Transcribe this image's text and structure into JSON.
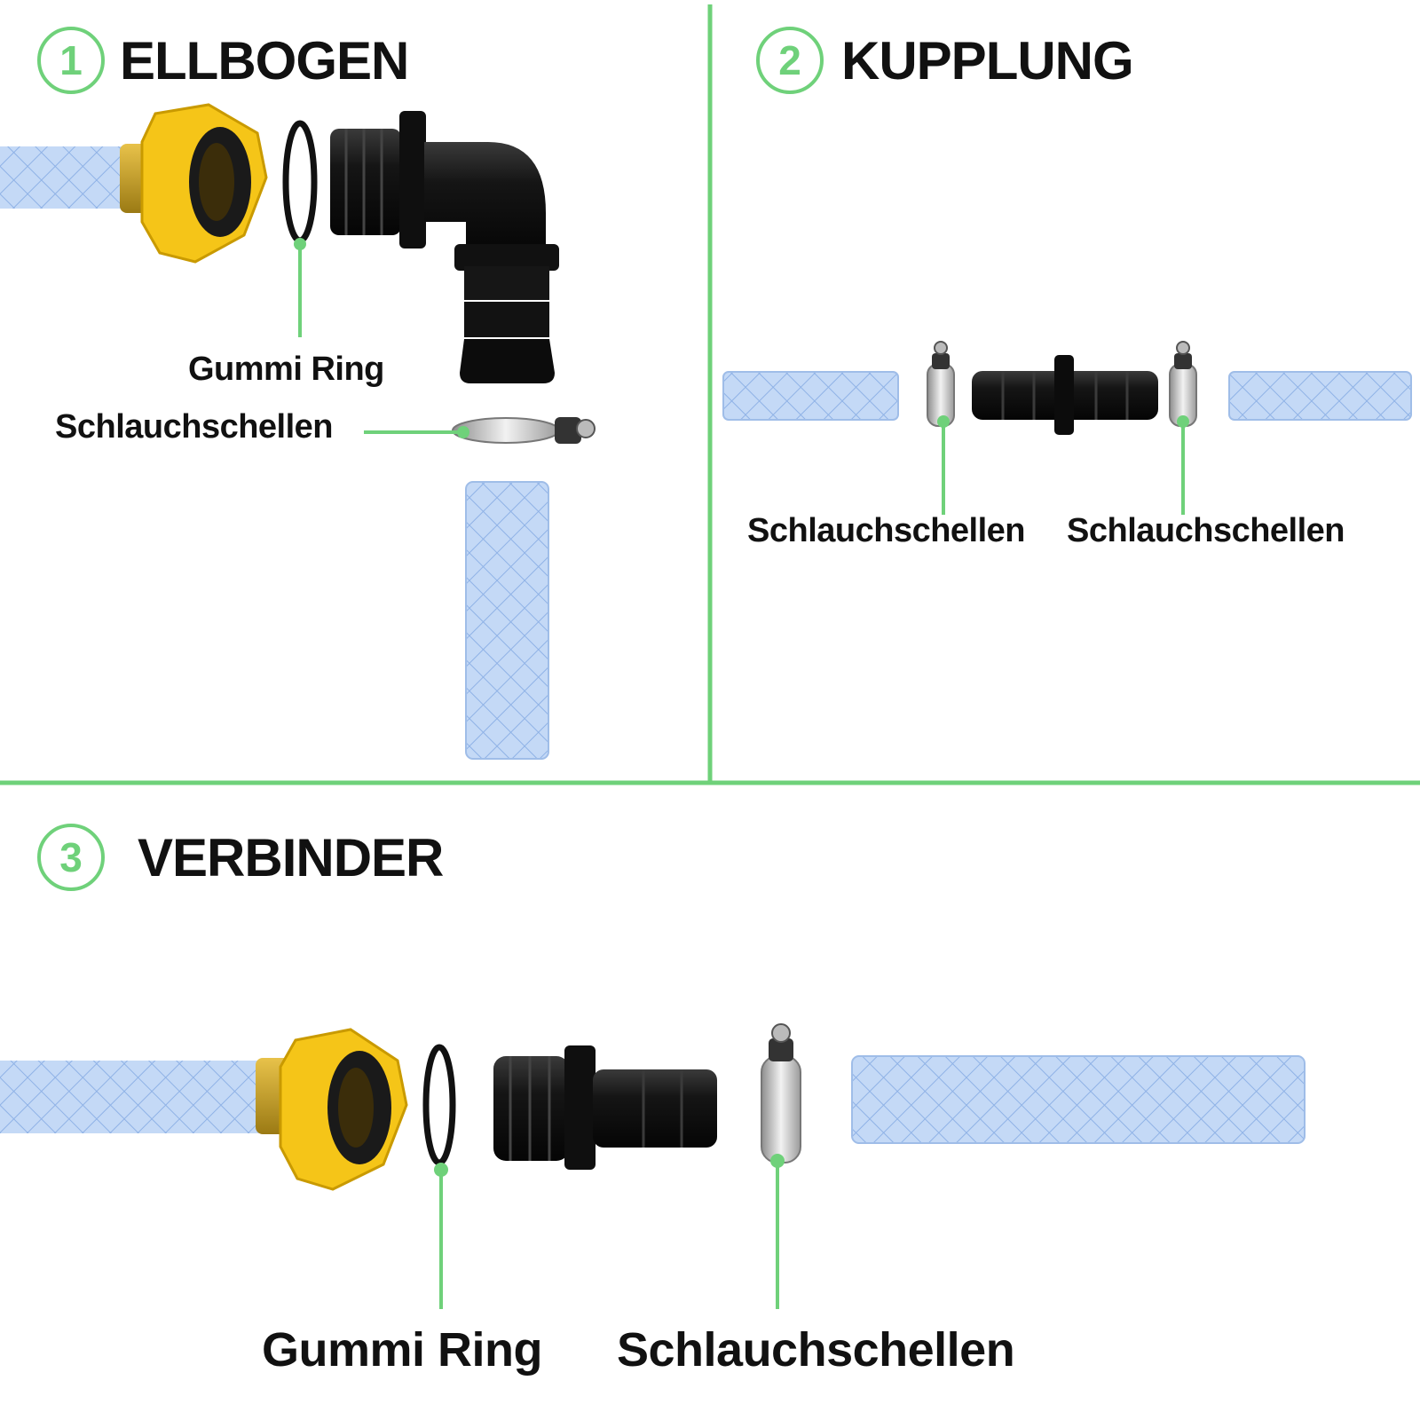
{
  "colors": {
    "accent": "#6fd17a",
    "hose": "#bfd6f5",
    "fitting": "#141414",
    "nut": "#f5c518",
    "brass": "#c9a227",
    "clamp": "#c8c8c8"
  },
  "sections": [
    {
      "number": "1",
      "title": "ELLBOGEN",
      "labels": {
        "ring": "Gummi Ring",
        "clamp": "Schlauchschellen"
      }
    },
    {
      "number": "2",
      "title": "KUPPLUNG",
      "labels": {
        "clamp_left": "Schlauchschellen",
        "clamp_right": "Schlauchschellen"
      }
    },
    {
      "number": "3",
      "title": "VERBINDER",
      "labels": {
        "ring": "Gummi Ring",
        "clamp": "Schlauchschellen"
      }
    }
  ],
  "icons": [
    "garden-hose-icon",
    "threaded-nut-icon",
    "rubber-ring-icon",
    "elbow-fitting-icon",
    "hose-clamp-icon",
    "double-barb-coupling-icon",
    "straight-barb-connector-icon"
  ]
}
